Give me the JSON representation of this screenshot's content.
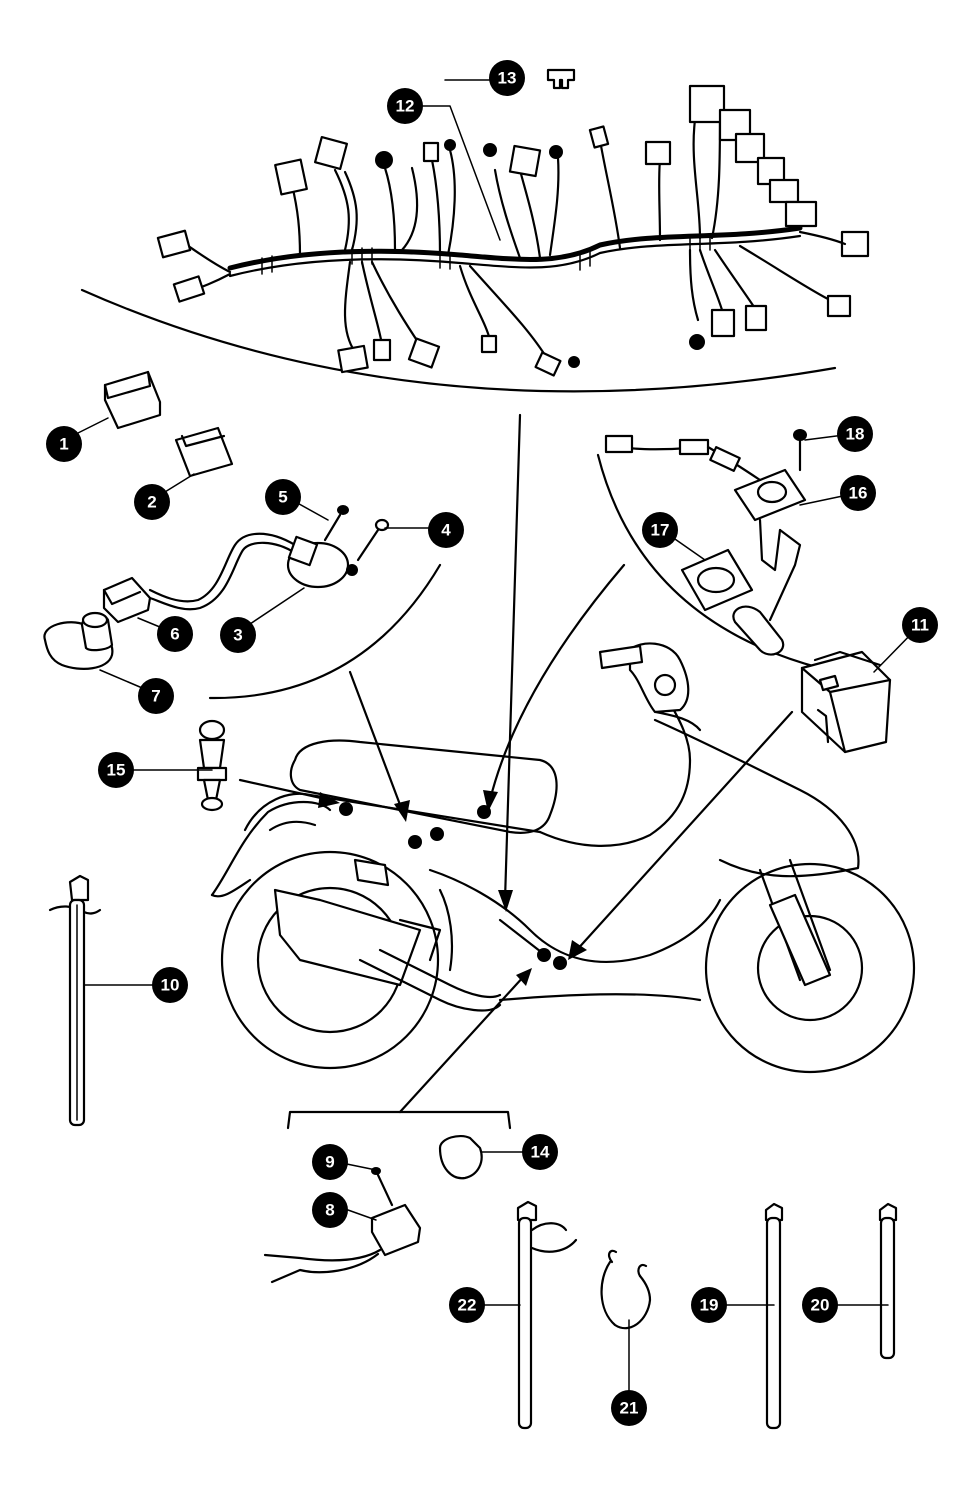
{
  "callouts": [
    {
      "label": "1"
    },
    {
      "label": "2"
    },
    {
      "label": "3"
    },
    {
      "label": "4"
    },
    {
      "label": "5"
    },
    {
      "label": "6"
    },
    {
      "label": "7"
    },
    {
      "label": "8"
    },
    {
      "label": "9"
    },
    {
      "label": "10"
    },
    {
      "label": "11"
    },
    {
      "label": "12"
    },
    {
      "label": "13"
    },
    {
      "label": "14"
    },
    {
      "label": "15"
    },
    {
      "label": "16"
    },
    {
      "label": "17"
    },
    {
      "label": "18"
    },
    {
      "label": "19"
    },
    {
      "label": "20"
    },
    {
      "label": "21"
    },
    {
      "label": "22"
    }
  ],
  "colors": {
    "ink": "#000000",
    "paper": "#ffffff"
  }
}
